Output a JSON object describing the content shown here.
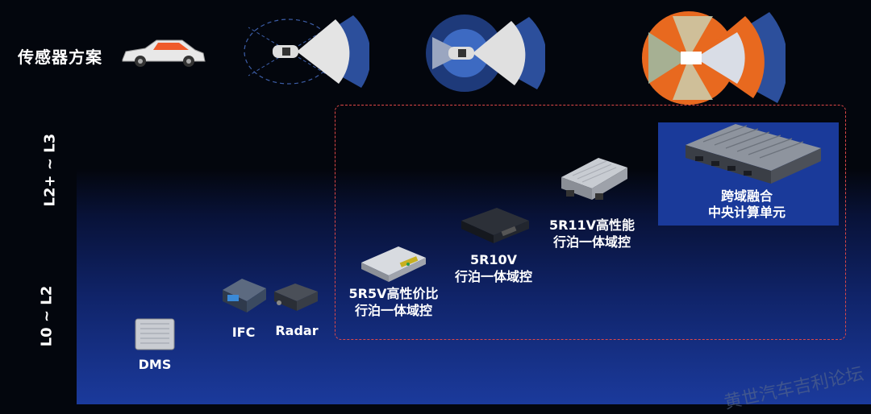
{
  "header": {
    "sensor_scheme": "传感器方案"
  },
  "axis": {
    "upper": "L2+ ~ L3",
    "lower": "L0 ~ L2"
  },
  "products": {
    "dms": "DMS",
    "ifc": "IFC",
    "radar": "Radar",
    "r5v_line1": "5R5V高性价比",
    "r5v_line2": "行泊一体域控",
    "r10v_line1": "5R10V",
    "r10v_line2": "行泊一体域控",
    "r11v_line1": "5R11V高性能",
    "r11v_line2": "行泊一体域控",
    "central_line1": "跨域融合",
    "central_line2": "中央计算单元"
  },
  "watermark": "黄世汽车吉利论坛",
  "colors": {
    "dash": "#e04848",
    "highlight": "#1a3a9a",
    "beam": "#3d5ea8",
    "orange": "#e8691f"
  }
}
